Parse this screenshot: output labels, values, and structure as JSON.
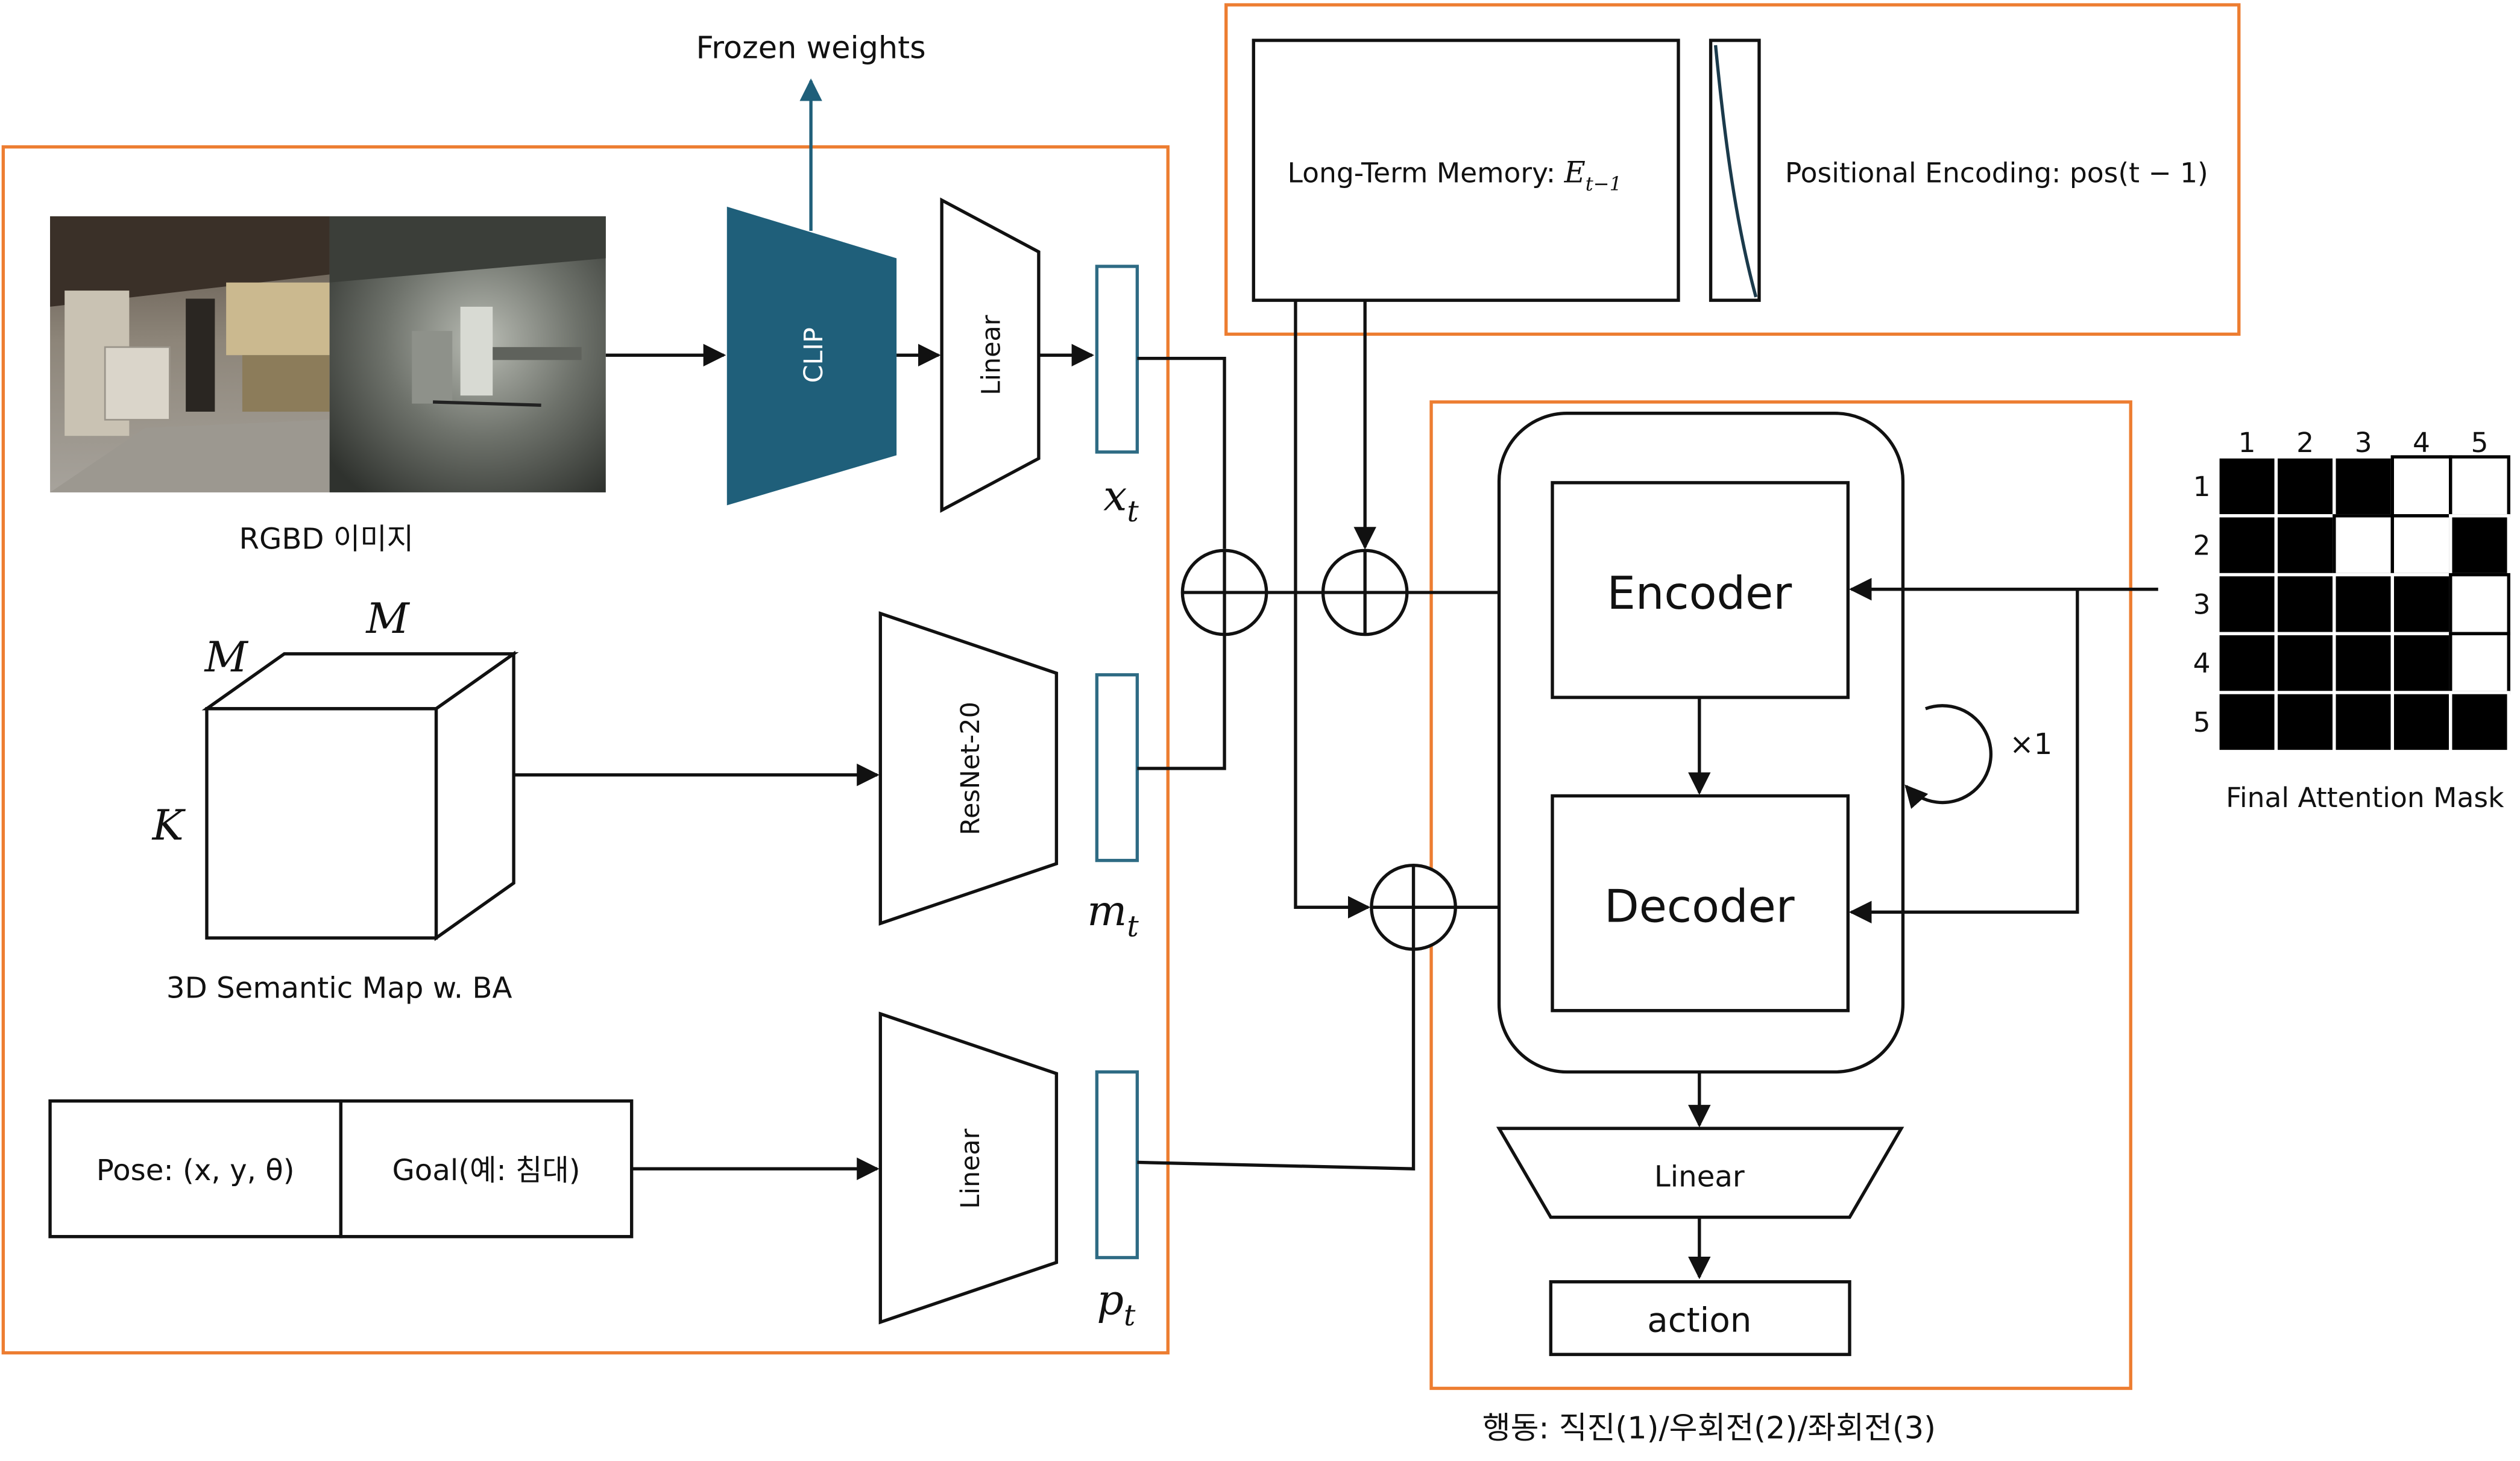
{
  "frozen_label": "Frozen weights",
  "rgbd_label": "RGBD 이미지",
  "clip_label": "CLIP",
  "linear_label": "Linear",
  "resnet_label": "ResNet-20",
  "x_t": "x",
  "x_t_sub": "t",
  "m_t": "m",
  "m_t_sub": "t",
  "p_t": "p",
  "p_t_sub": "t",
  "cube_m_top": "M",
  "cube_m_left": "M",
  "cube_k": "K",
  "semantic_map_label": "3D Semantic Map w. BA",
  "pose_label": "Pose: (x, y, θ)",
  "goal_label": "Goal(예: 침대)",
  "memory_label": "Long-Term Memory: ",
  "memory_math": "E",
  "memory_math_sub": "t−1",
  "posenc_label": "Positional Encoding: pos(t − 1)",
  "encoder_label": "Encoder",
  "decoder_label": "Decoder",
  "repeat_label": "×1",
  "head_linear_label": "Linear",
  "action_label": "action",
  "action_caption": "행동: 직진(1)/우회전(2)/좌회전(3)",
  "mask": {
    "title": "Final Attention Mask",
    "cols": [
      "1",
      "2",
      "3",
      "4",
      "5"
    ],
    "rows": [
      "1",
      "2",
      "3",
      "4",
      "5"
    ],
    "cells": [
      [
        1,
        1,
        1,
        0,
        0
      ],
      [
        1,
        1,
        0,
        0,
        1
      ],
      [
        1,
        1,
        1,
        1,
        0
      ],
      [
        1,
        1,
        1,
        1,
        0
      ],
      [
        1,
        1,
        1,
        1,
        1
      ]
    ]
  },
  "colors": {
    "orange": "#ed7d31",
    "clip_blue": "#1f5f7a",
    "vector_blue": "#2e6b84"
  }
}
